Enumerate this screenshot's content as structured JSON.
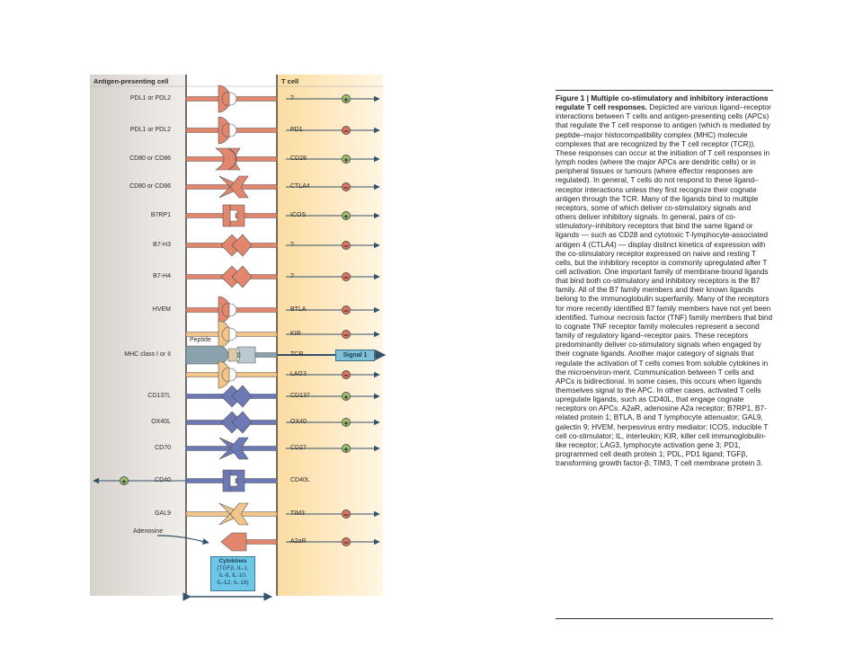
{
  "figure": {
    "apc_header": "Antigen-presenting cell",
    "tcell_header": "T cell",
    "peptide_label": "Peptide",
    "adenosine_label": "Adenosine",
    "signal_label": "Signal 1",
    "cytokine_title": "Cytokines",
    "cytokine_lines": [
      "(TGFβ, IL-1,",
      "IL-6, IL-10,",
      "IL-12, IL-18)"
    ],
    "rows": [
      {
        "ligand": "PDL1 or PDL2",
        "receptor": "?",
        "sign": "+"
      },
      {
        "ligand": "PDL1 or PDL2",
        "receptor": "PD1",
        "sign": "−"
      },
      {
        "ligand": "CD80 or CD86",
        "receptor": "CD28",
        "sign": "+"
      },
      {
        "ligand": "CD80 or CD86",
        "receptor": "CTLA4",
        "sign": "−"
      },
      {
        "ligand": "B7RP1",
        "receptor": "ICOS",
        "sign": "+"
      },
      {
        "ligand": "B7-H3",
        "receptor": "?",
        "sign": "−"
      },
      {
        "ligand": "B7-H4",
        "receptor": "?",
        "sign": "−"
      },
      {
        "ligand": "HVEM",
        "receptor": "BTLA",
        "sign": "−"
      },
      {
        "ligand": "",
        "receptor": "KIR",
        "sign": "−"
      },
      {
        "ligand": "MHC class I or II",
        "receptor": "TCR",
        "sign": ""
      },
      {
        "ligand": "",
        "receptor": "LAG3",
        "sign": "−"
      },
      {
        "ligand": "CD137L",
        "receptor": "CD137",
        "sign": "+"
      },
      {
        "ligand": "OX40L",
        "receptor": "OX40",
        "sign": "+"
      },
      {
        "ligand": "CD70",
        "receptor": "CD27",
        "sign": "+"
      },
      {
        "ligand": "CD40",
        "receptor": "CD40L",
        "sign": "+"
      },
      {
        "ligand": "GAL9",
        "receptor": "TIM3",
        "sign": "−"
      },
      {
        "ligand": "",
        "receptor": "A2aR",
        "sign": "−"
      }
    ],
    "colors": {
      "apc_bg": "#e6e1dc",
      "tcell_bg": "#fdecc8",
      "coinhibitory": "#e2876d",
      "tnf_family": "#6d79b4",
      "mhc": "#8aa2ab",
      "gal9": "#f4c58a",
      "plus": "#9dc46a",
      "minus": "#e0735c"
    }
  },
  "caption": {
    "heading": "Figure 1 | Multiple co-stimulatory and inhibitory interactions regulate T cell responses.",
    "body": "Depicted are various ligand–receptor interactions between T cells and antigen-presenting cells (APCs) that regulate the T cell response to antigen (which is mediated by peptide–major histocompatibility complex (MHC) molecule complexes that are recognized by the T cell receptor (TCR)). These responses can occur at the initiation of T cell responses in lymph nodes (where the major APCs are dendritic cells) or in peripheral tissues or tumours (where effector responses are regulated). In general, T cells do not respond to these ligand–receptor interactions unless they first recognize their cognate antigen through the TCR. Many of the ligands bind to multiple receptors, some of which deliver co-stimulatory signals and others deliver inhibitory signals. In general, pairs of co-stimulatory–inhibitory receptors that bind the same ligand or ligands — such as CD28 and cytotoxic T-lymphocyte-associated antigen 4 (CTLA4) — display distinct kinetics of expression with the co-stimulatory receptor expressed on naive and resting T cells, but the inhibitory receptor is commonly upregulated after T cell activation. One important family of membrane-bound ligands that bind both co-stimulatory and inhibitory receptors is the B7 family. All of the B7 family members and their known ligands belong to the immunoglobulin superfamily. Many of the receptors for more recently identified B7 family members have not yet been identified. Tumour necrosis factor (TNF) family members that bind to cognate TNF receptor family molecules represent a second family of regulatory ligand–receptor pairs. These receptors predominantly deliver co-stimulatory signals when engaged by their cognate ligands. Another major category of signals that regulate the activation of T cells comes from soluble cytokines in the microenviron-ment. Communication between T cells and APCs is bidirectional. In some cases, this occurs when ligands themselves signal to the APC. In other cases, activated T cells upregulate ligands, such as CD40L, that engage cognate receptors on APCs. A2aR, adenosine A2a receptor; B7RP1, B7-related protein 1; BTLA, B and T lymphocyte attenuator; GAL9, galectin 9; HVEM, herpesvirus entry mediator; ICOS, inducible T cell co-stimulator; IL, interleukin; KIR, killer cell immunoglobulin-like receptor; LAG3, lymphocyte activation gene 3; PD1, programmed cell death protein 1; PDL, PD1 ligand; TGFβ, transforming growth factor-β; TIM3, T cell membrane protein 3."
  }
}
